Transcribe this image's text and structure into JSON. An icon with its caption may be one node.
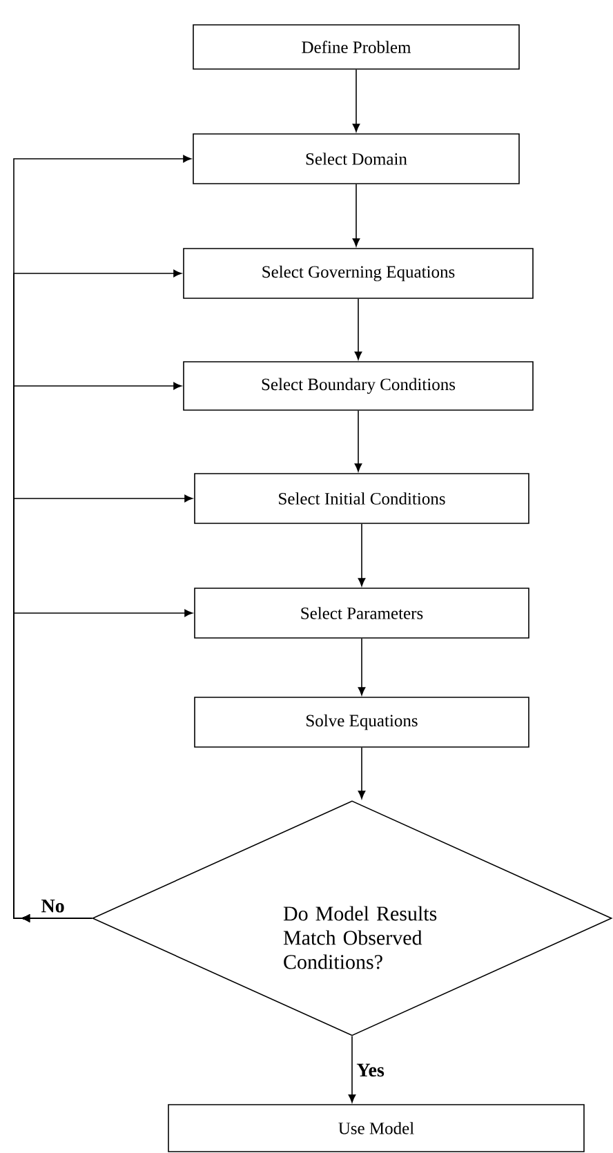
{
  "diagram": {
    "nodes": [
      {
        "text": [
          "Define Problem"
        ]
      },
      {
        "text": [
          "Select Domain"
        ]
      },
      {
        "text": [
          "Select Governing Equations"
        ]
      },
      {
        "text": [
          "Select Boundary Conditions"
        ]
      },
      {
        "text": [
          "Select Initial Conditions"
        ]
      },
      {
        "text": [
          "Select Parameters"
        ]
      },
      {
        "text": [
          "Solve Equations"
        ]
      },
      {
        "text": [
          "Do Model Results Match Observed Conditions?"
        ]
      },
      {
        "text": [
          "Use Model"
        ]
      }
    ],
    "edges": [
      {
        "from": 0,
        "to": 1,
        "arrow": "to"
      },
      {
        "from": 1,
        "to": 2,
        "arrow": "to"
      },
      {
        "from": 2,
        "to": 3,
        "arrow": "to"
      },
      {
        "from": 3,
        "to": 4,
        "arrow": "to"
      },
      {
        "from": 4,
        "to": 5,
        "arrow": "to"
      },
      {
        "from": 5,
        "to": 6,
        "arrow": "to"
      },
      {
        "from": 6,
        "to": 7,
        "arrow": "to"
      },
      {
        "from": 7,
        "to": 8,
        "arrow": "to",
        "label": "Yes"
      },
      {
        "from": 7,
        "to": 1,
        "arrow": "to",
        "label": "No"
      },
      {
        "from": 7,
        "to": 2,
        "arrow": "to"
      },
      {
        "from": 7,
        "to": 3,
        "arrow": "to"
      },
      {
        "from": 7,
        "to": 4,
        "arrow": "to"
      },
      {
        "from": 7,
        "to": 5,
        "arrow": "to"
      }
    ]
  }
}
